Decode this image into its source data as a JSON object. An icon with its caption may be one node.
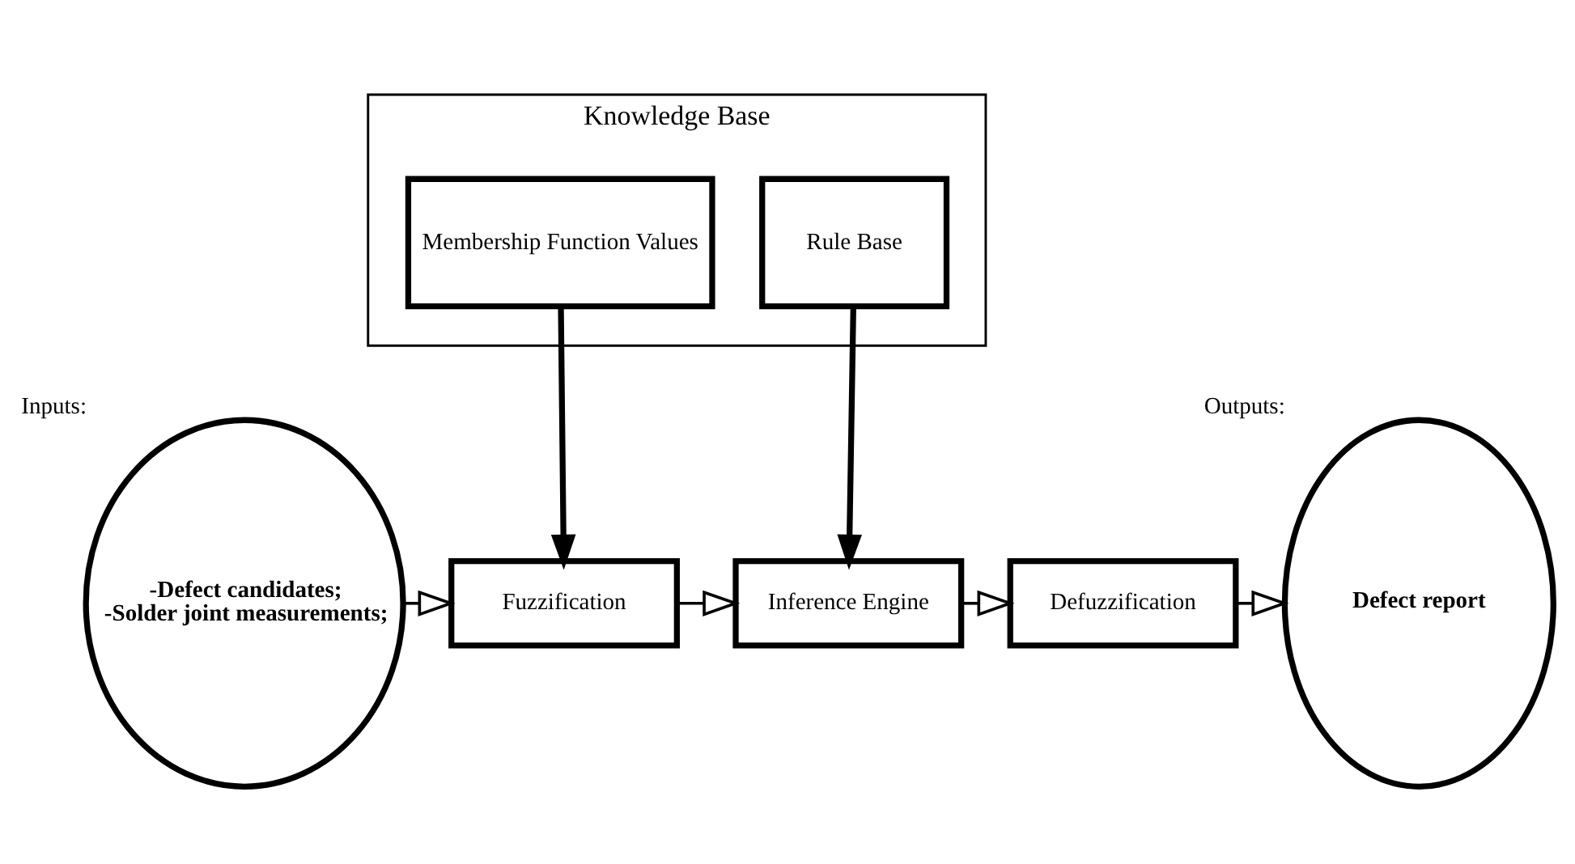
{
  "diagram": {
    "nodes": [
      {
        "text": [
          "Knowledge Base"
        ]
      },
      {
        "text": [
          "Membership Function Values"
        ],
        "in": 0
      },
      {
        "text": [
          "Rule Base"
        ],
        "in": 0
      },
      {
        "text": [
          "-Defect candidates;",
          "-Solder joint measurements;"
        ],
        "beside": [
          "Inputs:"
        ]
      },
      {
        "text": [
          "Fuzzification"
        ]
      },
      {
        "text": [
          "Inference Engine"
        ]
      },
      {
        "text": [
          "Defuzzification"
        ]
      },
      {
        "text": [
          "Defect report"
        ],
        "beside": [
          "Outputs:"
        ]
      }
    ],
    "edges": [
      {
        "from": 1,
        "to": 4,
        "arrow": "to",
        "style": "thick"
      },
      {
        "from": 2,
        "to": 5,
        "arrow": "to",
        "style": "thick"
      },
      {
        "from": 3,
        "to": 4,
        "arrow": "to"
      },
      {
        "from": 4,
        "to": 5,
        "arrow": "to"
      },
      {
        "from": 5,
        "to": 6,
        "arrow": "to"
      },
      {
        "from": 6,
        "to": 7,
        "arrow": "to"
      }
    ]
  }
}
